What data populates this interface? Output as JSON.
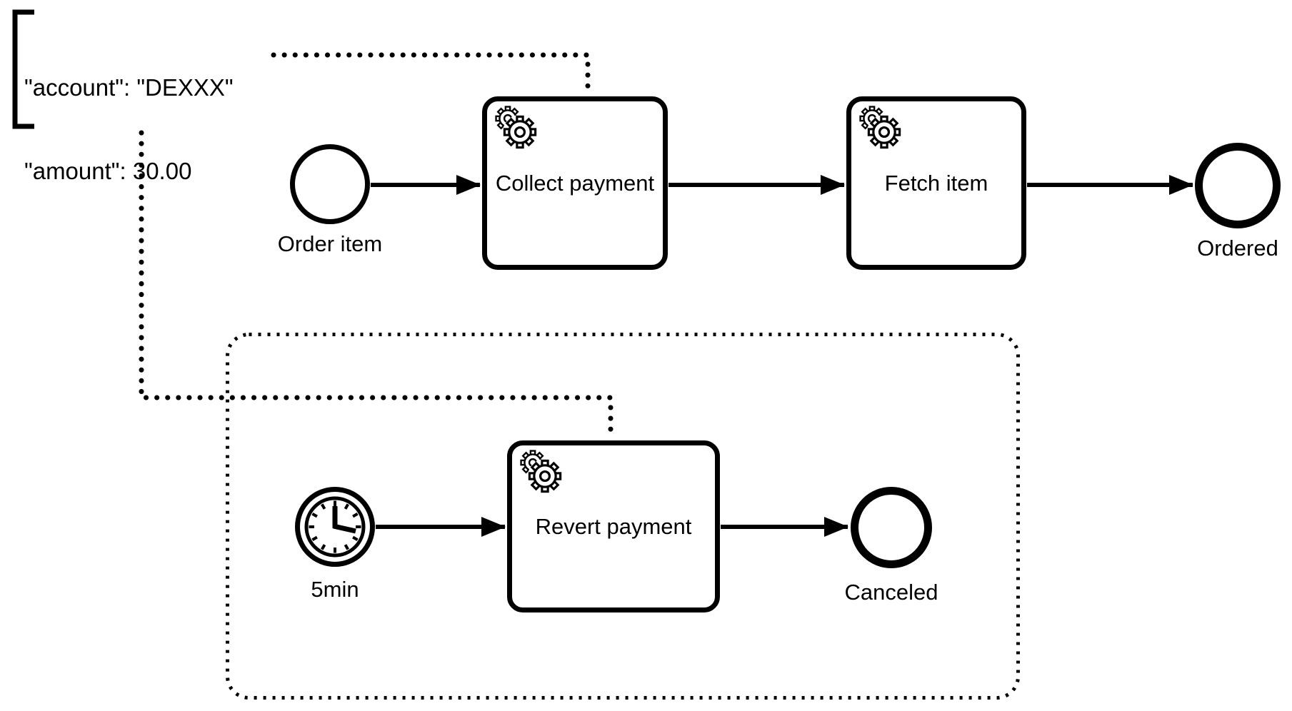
{
  "diagram": {
    "annotation": {
      "line1": "\"account\": \"DEXXX\"",
      "line2": "\"amount\": 30.00"
    },
    "main_flow": {
      "start_event": {
        "label": "Order item"
      },
      "task_collect": {
        "label": "Collect payment"
      },
      "task_fetch": {
        "label": "Fetch item"
      },
      "end_event": {
        "label": "Ordered"
      }
    },
    "subprocess": {
      "timer_event": {
        "label": "5min"
      },
      "task_revert": {
        "label": "Revert payment"
      },
      "end_event": {
        "label": "Canceled"
      }
    },
    "icons": {
      "service_task": "gear-icon",
      "timer_start": "clock-icon"
    },
    "colors": {
      "stroke": "#000000",
      "background": "#ffffff"
    }
  }
}
